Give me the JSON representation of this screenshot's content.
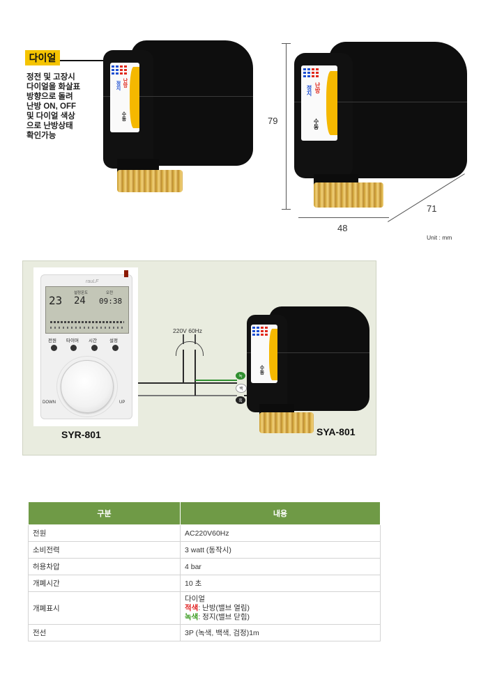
{
  "top": {
    "dial_tag": "다이얼",
    "dial_description": "정전 및 고장시\n다이얼을 화살표\n방향으로 돌려\n난방 ON, OFF\n및 다이얼 색상\n으로 난방상태\n확인가능",
    "panel_labels": {
      "left": "난방",
      "right": "정지",
      "bottom": "수동"
    },
    "dimensions": {
      "height": "79",
      "width": "48",
      "depth": "71"
    },
    "unit": "Unit : mm"
  },
  "wiring": {
    "thermostat": {
      "brand": "rauLF",
      "temp_current": "23",
      "temp_set": "24",
      "time": "09:38",
      "lcd_caption_mid": "설정온도",
      "lcd_caption_right": "오전",
      "buttons": [
        "전원",
        "타이머",
        "시간",
        "설정"
      ],
      "knob_down": "DOWN",
      "knob_up": "UP"
    },
    "power_label": "220V 60Hz",
    "wire_tags": [
      "녹",
      "백",
      "흑"
    ],
    "model_left": "SYR-801",
    "model_right": "SYA-801"
  },
  "spec_table": {
    "headers": [
      "구분",
      "내용"
    ],
    "rows": [
      {
        "label": "전원",
        "value": "AC220V60Hz"
      },
      {
        "label": "소비전력",
        "value": "3 watt (동작시)"
      },
      {
        "label": "허용차압",
        "value": "4 bar"
      },
      {
        "label": "개폐시간",
        "value": "10 초"
      },
      {
        "label": "개폐표시",
        "line1": "다이얼",
        "red_prefix": "적색",
        "red_text": ": 난방(밸브 열림)",
        "green_prefix": "녹색",
        "green_text": ": 정지(밸브 닫힘)"
      },
      {
        "label": "전선",
        "value": "3P (녹색, 백색, 검정)1m"
      }
    ]
  },
  "colors": {
    "table_header": "#6f9a46",
    "dial_tag": "#f5c400",
    "brass": "#d9ad45"
  }
}
